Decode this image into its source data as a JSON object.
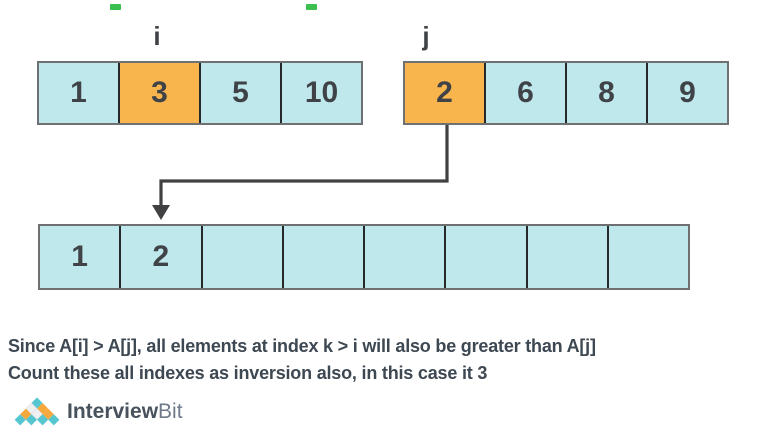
{
  "labels": {
    "i": "i",
    "j": "j"
  },
  "arrays": {
    "left": {
      "cells": [
        "1",
        "3",
        "5",
        "10"
      ],
      "highlight_index": 1
    },
    "right": {
      "cells": [
        "2",
        "6",
        "8",
        "9"
      ],
      "highlight_index": 0
    },
    "merged": {
      "cells": [
        "1",
        "2",
        "",
        "",
        "",
        "",
        "",
        ""
      ]
    }
  },
  "caption": {
    "line1": "Since A[i] > A[j], all elements at index k > i will also be greater than A[j]",
    "line2": "Count these all indexes as inversion also, in this case it 3"
  },
  "logo": {
    "brand_primary": "Interview",
    "brand_secondary": "Bit"
  },
  "colors": {
    "cell_fill": "#bfe8ec",
    "cell_highlight": "#f9b54d",
    "cell_border": "#6e7072",
    "cell_divider": "#26282a",
    "arrow": "#414042",
    "caption_text": "#3d4852",
    "logo_teal": "#56c7d0",
    "logo_orange": "#f5a83c",
    "logo_diamond_light": "#eef0f2",
    "logo_text_primary": "#47525d",
    "logo_text_secondary": "#6e7a8a",
    "artifact_green": "#3bbf4e"
  }
}
